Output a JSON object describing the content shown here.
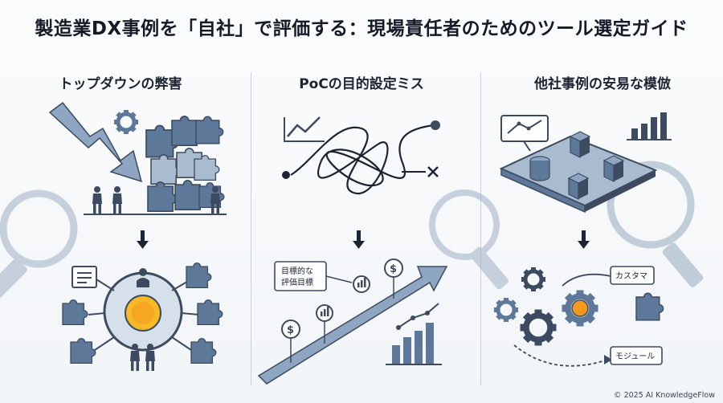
{
  "header": {
    "title": "製造業DX事例を「自社」で評価する：現場責任者のためのツール選定ガイド"
  },
  "columns": [
    {
      "title": "トップダウンの弊害"
    },
    {
      "title": "PoCの目的設定ミス",
      "labels": {
        "goal_line1": "目標的な",
        "goal_line2": "評価目標"
      }
    },
    {
      "title": "他社事例の安易な模倣",
      "labels": {
        "custom": "カスタマ",
        "module": "モジュール"
      }
    }
  ],
  "footer": {
    "copyright": "© 2025 AI KnowledgeFlow"
  },
  "colors": {
    "navy": "#3d4b60",
    "slate_blue": "#5d7898",
    "light_blue": "#a9bccf",
    "pale_blue": "#d6e0ea",
    "accent_orange": "#f39a1e",
    "accent_yellow": "#f7b928"
  },
  "icons": [
    "gear-icon",
    "puzzle-icon",
    "magnifier-icon",
    "person-icon",
    "document-icon",
    "dollar-icon",
    "bar-chart-icon",
    "line-chart-icon",
    "cube-icon",
    "arrow-down-icon"
  ]
}
